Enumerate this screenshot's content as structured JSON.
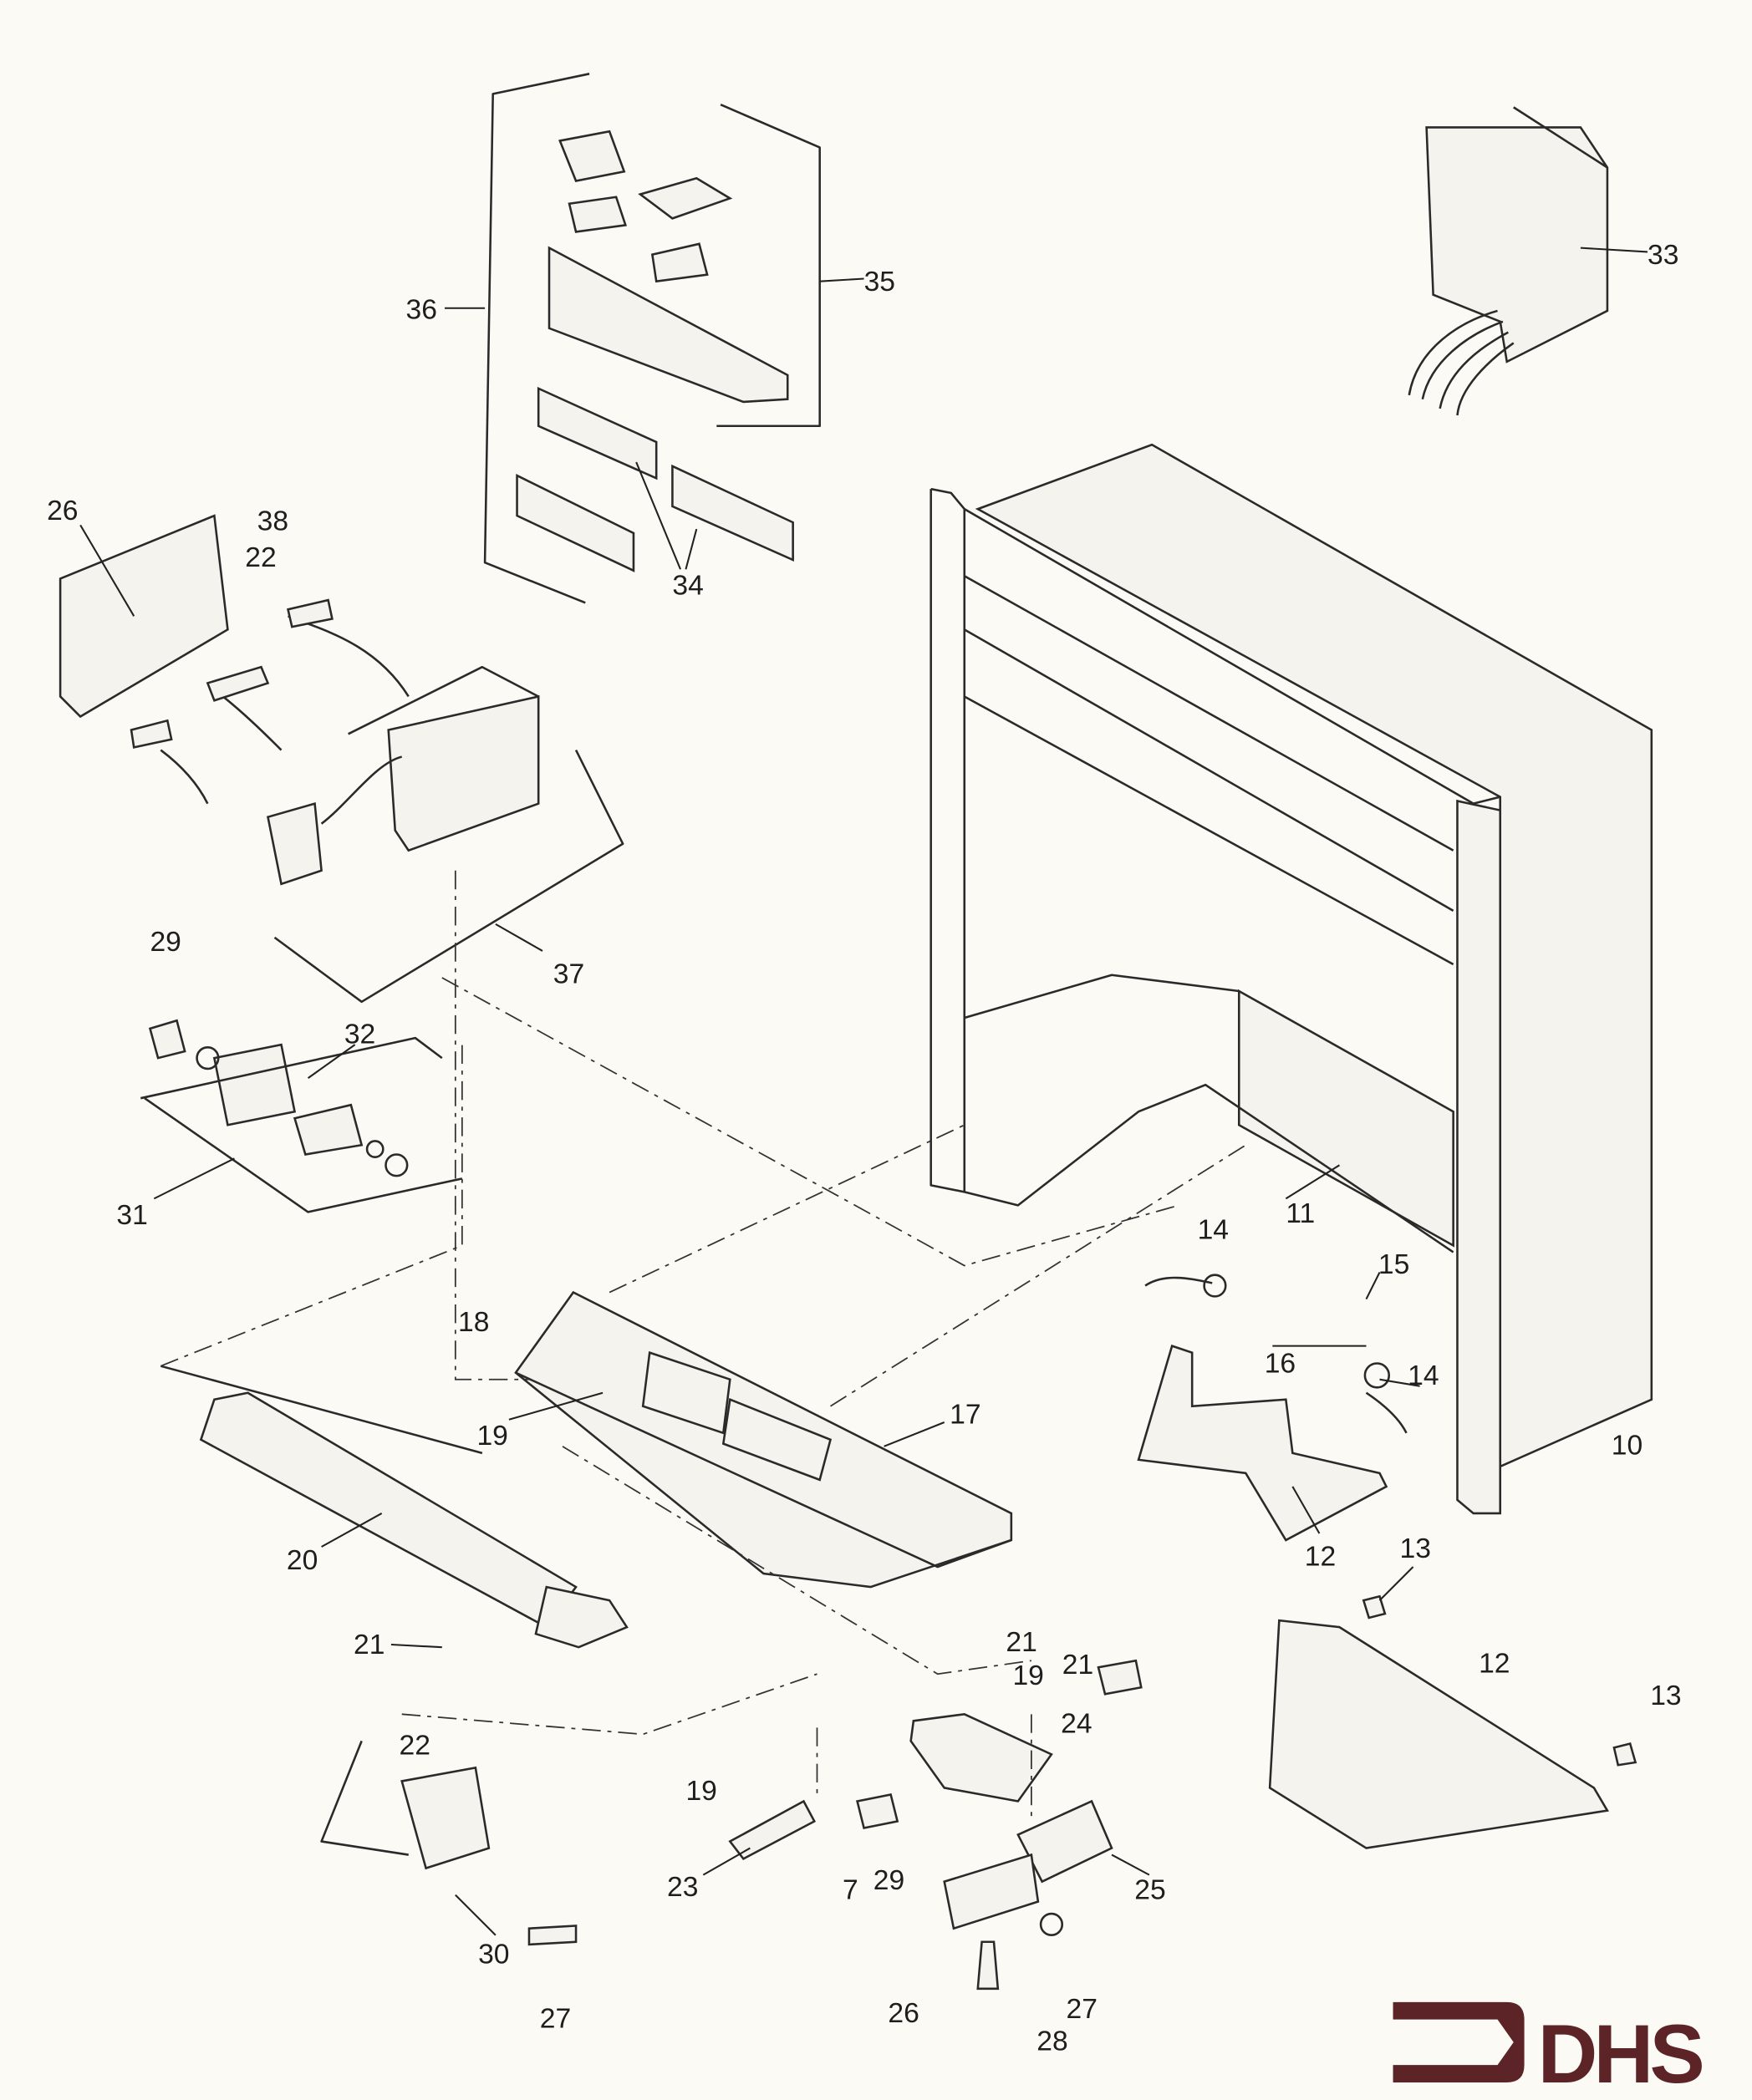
{
  "diagram": {
    "callouts": [
      "36",
      "35",
      "33",
      "26",
      "38",
      "22",
      "34",
      "37",
      "29",
      "32",
      "31",
      "11",
      "14",
      "15",
      "18",
      "16",
      "14",
      "19",
      "17",
      "10",
      "20",
      "12",
      "13",
      "21",
      "21",
      "19",
      "21",
      "12",
      "13",
      "24",
      "22",
      "19",
      "23",
      "7",
      "29",
      "25",
      "30",
      "27",
      "26",
      "27",
      "28"
    ]
  },
  "logo": {
    "text": "DHS",
    "color": "#5c2427"
  },
  "colors": {
    "line": "#2a2a2a",
    "paper": "#fbfaf5"
  }
}
